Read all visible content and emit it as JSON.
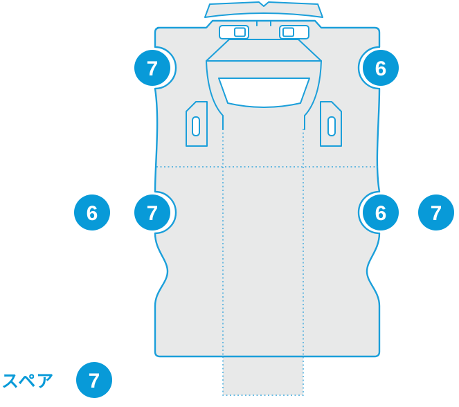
{
  "colors": {
    "accent_blue": "#1b9fda",
    "badge_blue": "#089ad8",
    "panel_gray": "#e8e9e9",
    "badge_text": "#ffffff"
  },
  "diagram": {
    "badges": [
      {
        "id": "top-left",
        "number": "7"
      },
      {
        "id": "top-right",
        "number": "6"
      },
      {
        "id": "mid-left-outer",
        "number": "6"
      },
      {
        "id": "mid-left-inner",
        "number": "7"
      },
      {
        "id": "mid-right-inner",
        "number": "6"
      },
      {
        "id": "mid-right-outer",
        "number": "7"
      }
    ],
    "spare": {
      "label": "スペア",
      "badge_number": "7"
    }
  }
}
